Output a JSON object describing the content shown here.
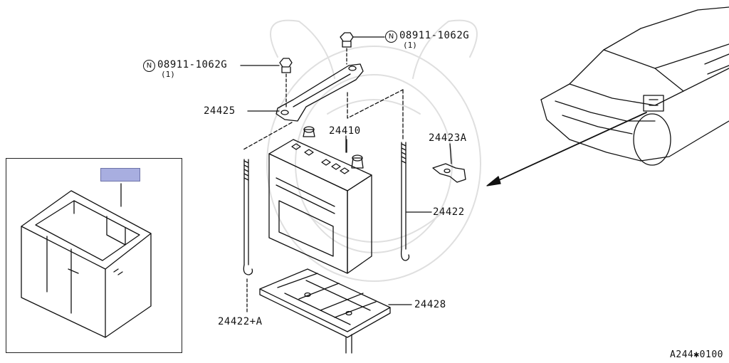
{
  "diagram": {
    "parts": {
      "nut_left": {
        "code": "08911-1062G",
        "qty": "(1)",
        "symbol": "N"
      },
      "nut_right": {
        "code": "08911-1062G",
        "qty": "(1)",
        "symbol": "N"
      },
      "battery_frame": "24425",
      "battery": "24410",
      "bracket": "24423A",
      "rod_right": "24422",
      "battery_tray": "24428",
      "rod_left": "24422+A"
    },
    "reference": "A244✱0100"
  },
  "colors": {
    "line": "#111111",
    "tag_fill": "#a8aee0"
  }
}
